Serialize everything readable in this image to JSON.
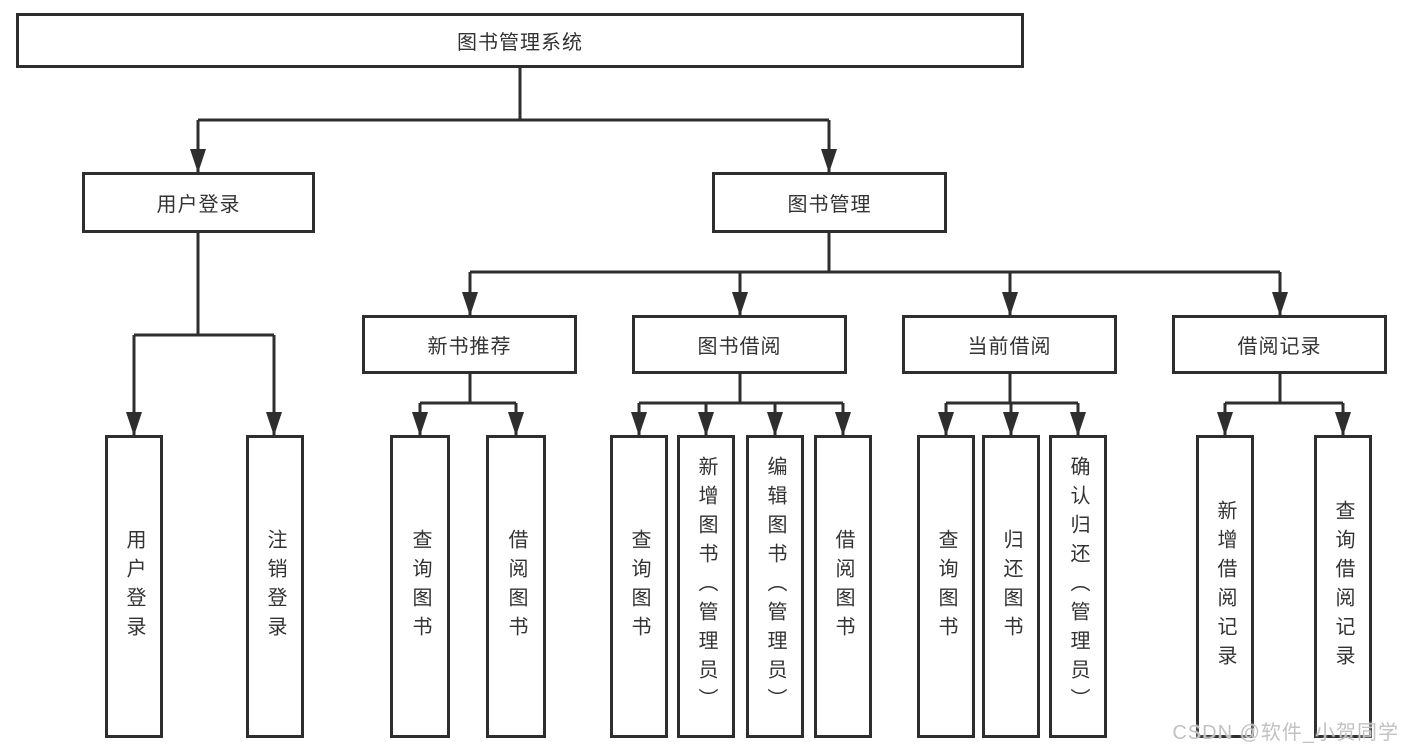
{
  "diagram": {
    "title": "图书管理系统",
    "nodes": {
      "root": "图书管理系统",
      "user_login": "用户登录",
      "book_management": "图书管理",
      "new_book_rec": "新书推荐",
      "book_borrow": "图书借阅",
      "current_borrow": "当前借阅",
      "borrow_records": "借阅记录",
      "leaf_user_login": "用户登录",
      "leaf_logout": "注销登录",
      "leaf_nbr_query": "查询图书",
      "leaf_nbr_borrow": "借阅图书",
      "leaf_bb_query": "查询图书",
      "leaf_bb_add": "新增图书（管理员）",
      "leaf_bb_edit": "编辑图书（管理员）",
      "leaf_bb_borrow": "借阅图书",
      "leaf_cb_query": "查询图书",
      "leaf_cb_return": "归还图书",
      "leaf_cb_confirm": "确认归还（管理员）",
      "leaf_br_add": "新增借阅记录",
      "leaf_br_query": "查询借阅记录"
    },
    "colors": {
      "line": "#2e2e2e",
      "text": "#333333",
      "background": "#ffffff",
      "watermark_text": "#c2c2c2"
    }
  },
  "watermark": "CSDN @软件_小贺同学"
}
